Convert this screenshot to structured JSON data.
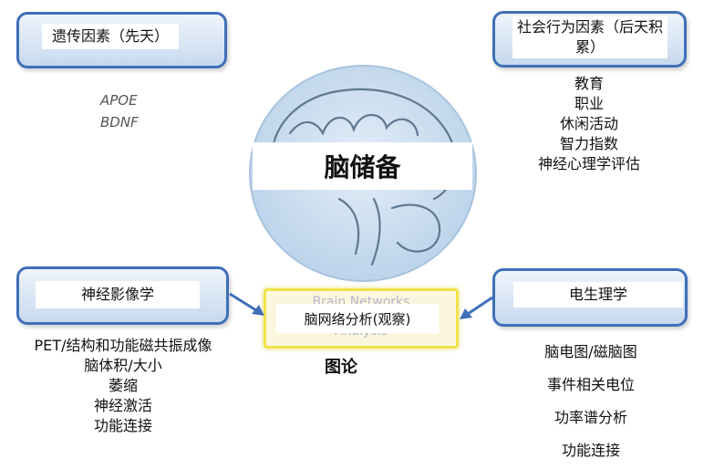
{
  "center": {
    "title": "脑储备",
    "network_box": {
      "label": "脑网络分析(观察)",
      "ghost_line1": "Brain Networks",
      "ghost_line2": "Analysis"
    },
    "graph_theory": "图论"
  },
  "genetic": {
    "title": "遗传因素（先天）",
    "items": [
      "APOE",
      "BDNF"
    ]
  },
  "social": {
    "title": "社会行为因素（后天积累）",
    "items": [
      "教育",
      "职业",
      "休闲活动",
      "智力指数",
      "神经心理学评估"
    ]
  },
  "neuroimaging": {
    "title": "神经影像学",
    "items": [
      "PET/结构和功能磁共振成像",
      "脑体积/大小",
      "萎缩",
      "神经激活",
      "功能连接"
    ]
  },
  "electrophysiology": {
    "title": "电生理学",
    "items": [
      "脑电图/磁脑图",
      "事件相关电位",
      "功率谱分析",
      "功能连接"
    ]
  },
  "colors": {
    "box_border": "#3f6fb8",
    "brain_circle": "#c9dcef",
    "network_border": "#f0e24a",
    "arrow": "#3f6fb8"
  }
}
